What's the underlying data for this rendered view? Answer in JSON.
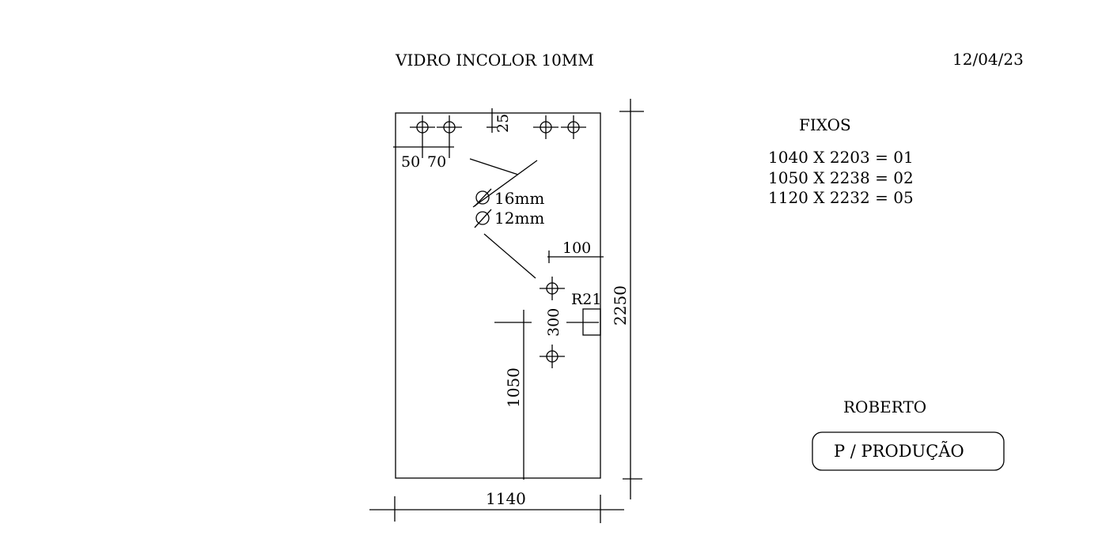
{
  "header": {
    "title": "VIDRO INCOLOR 10MM",
    "date": "12/04/23"
  },
  "drawing": {
    "dimensions": {
      "width": "1140",
      "height": "2250",
      "top_offset": "25",
      "left_offset_1": "50",
      "left_offset_2": "70",
      "hole_edge_offset": "100",
      "hole_spacing": "300",
      "handle_height": "1050",
      "radius": "R21"
    },
    "hole_labels": {
      "diameter_1": "16mm",
      "diameter_2": "12mm"
    }
  },
  "fixos": {
    "title": "FIXOS",
    "items": [
      "1040 X 2203 = 01",
      "1050 X 2238 = 02",
      "1120 X 2232 = 05"
    ]
  },
  "footer": {
    "name": "ROBERTO",
    "stamp": "P / PRODUÇÃO"
  }
}
